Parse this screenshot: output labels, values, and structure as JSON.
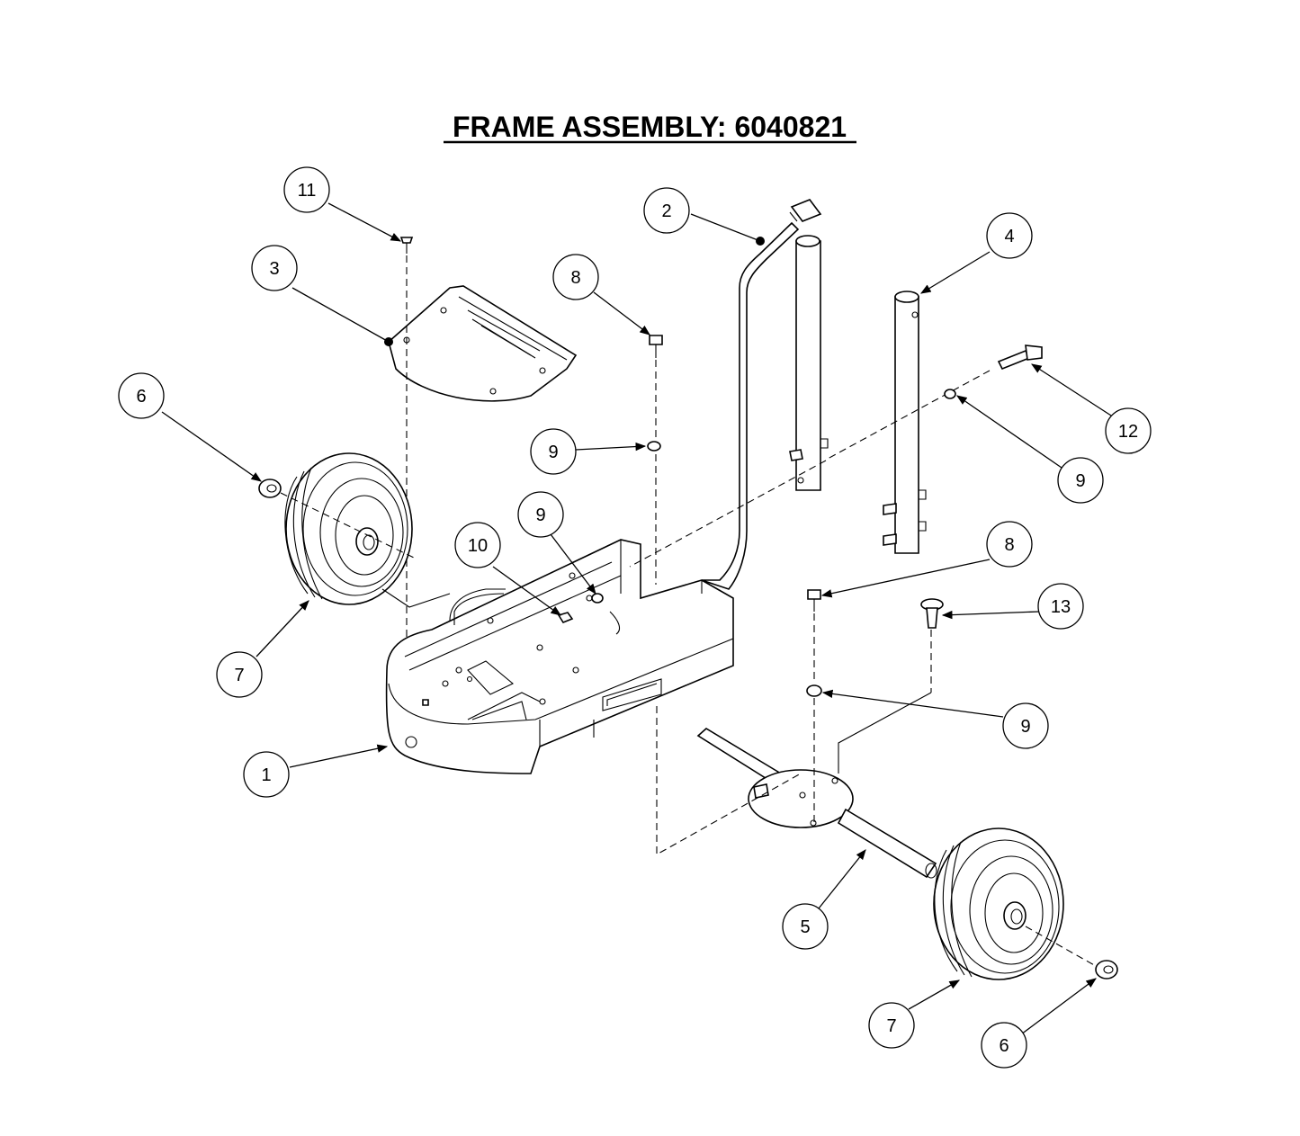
{
  "title": "FRAME ASSEMBLY: 6040821",
  "balloons": [
    {
      "id": "b11",
      "label": "11"
    },
    {
      "id": "b3",
      "label": "3"
    },
    {
      "id": "b6a",
      "label": "6"
    },
    {
      "id": "b7a",
      "label": "7"
    },
    {
      "id": "b1",
      "label": "1"
    },
    {
      "id": "b2",
      "label": "2"
    },
    {
      "id": "b8a",
      "label": "8"
    },
    {
      "id": "b9a",
      "label": "9"
    },
    {
      "id": "b9b",
      "label": "9"
    },
    {
      "id": "b10",
      "label": "10"
    },
    {
      "id": "b4",
      "label": "4"
    },
    {
      "id": "b12",
      "label": "12"
    },
    {
      "id": "b9c",
      "label": "9"
    },
    {
      "id": "b8b",
      "label": "8"
    },
    {
      "id": "b13",
      "label": "13"
    },
    {
      "id": "b9d",
      "label": "9"
    },
    {
      "id": "b5",
      "label": "5"
    },
    {
      "id": "b7b",
      "label": "7"
    },
    {
      "id": "b6b",
      "label": "6"
    }
  ]
}
